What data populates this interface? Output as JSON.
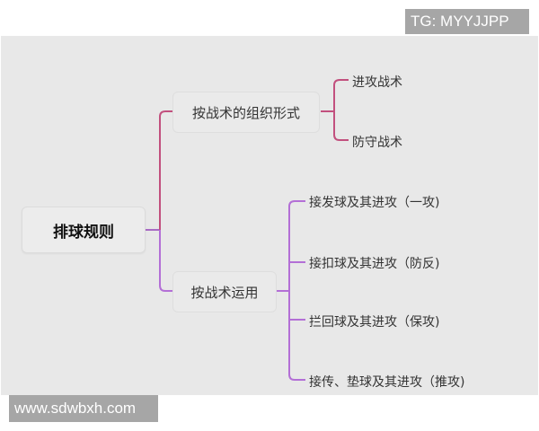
{
  "watermarks": {
    "top": "TG: MYYJJPP",
    "bottom": "www.sdwbxh.com"
  },
  "mindmap": {
    "root": "排球规则",
    "branches": [
      {
        "label": "按战术的组织形式",
        "color": "#c2507e",
        "children": [
          "进攻战术",
          "防守战术"
        ]
      },
      {
        "label": "按战术运用",
        "color": "#b36fd6",
        "children": [
          "接发球及其进攻（一攻)",
          "接扣球及其进攻（防反)",
          "拦回球及其进攻（保攻)",
          "接传、垫球及其进攻（推攻)"
        ]
      }
    ]
  },
  "colors": {
    "panel_background": "#e8e8e8",
    "watermark_background": "#a6a6a6",
    "branch1_line": "#c2507e",
    "branch2_line": "#b36fd6"
  }
}
